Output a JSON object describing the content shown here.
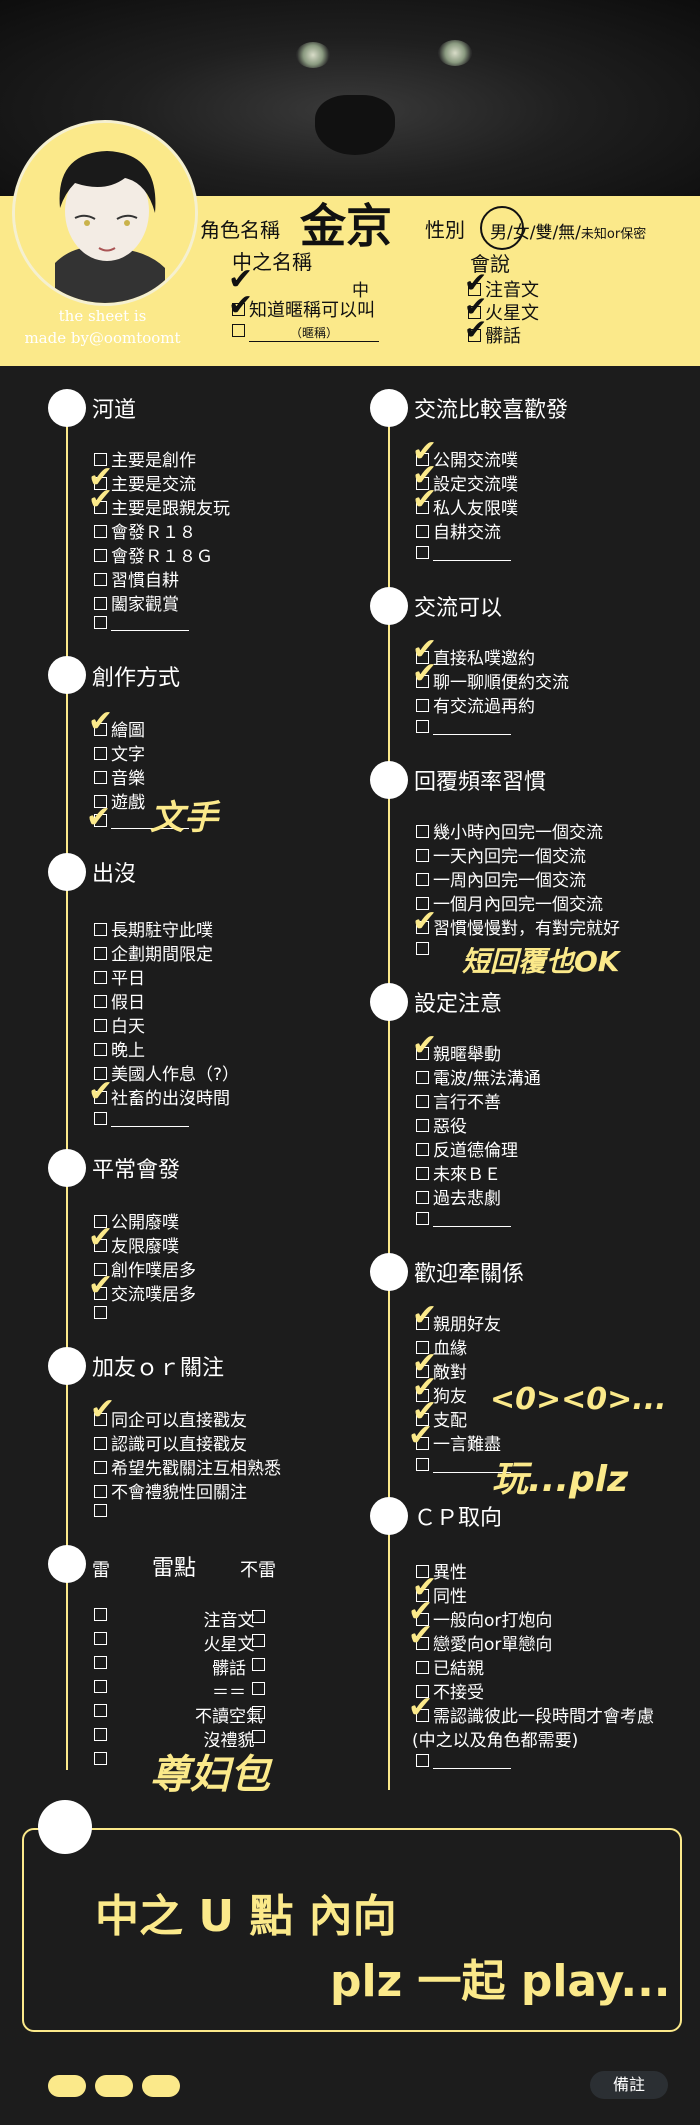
{
  "header": {
    "credit_line1": "the sheet is",
    "credit_line2": "made by@oomtoomt",
    "name_label": "角色名稱",
    "name_value": "金京",
    "nick_label": "中之名稱",
    "nick_mid": "中",
    "nick_option1": "知道暱稱可以叫",
    "nick_option2_note": "（暱稱）",
    "gender_label": "性別",
    "gender_options": "男/女/雙/無/",
    "gender_extra": "未知or保密",
    "speak_label": "會說",
    "speak_options": [
      "注音文",
      "火星文",
      "髒話"
    ]
  },
  "sections": {
    "hedao": {
      "title": "河道",
      "items": [
        "主要是創作",
        "主要是交流",
        "主要是跟親友玩",
        "會發Ｒ１８",
        "會發Ｒ１８Ｇ",
        "習慣自耕",
        "闔家觀賞"
      ]
    },
    "create": {
      "title": "創作方式",
      "items": [
        "繪圖",
        "文字",
        "音樂",
        "遊戲"
      ],
      "note": "文手"
    },
    "appear": {
      "title": "出沒",
      "items": [
        "長期駐守此噗",
        "企劃期間限定",
        "平日",
        "假日",
        "白天",
        "晚上",
        "美國人作息（?）",
        "社畜的出沒時間"
      ]
    },
    "usual": {
      "title": "平常會發",
      "items": [
        "公開廢噗",
        "友限廢噗",
        "創作噗居多",
        "交流噗居多"
      ]
    },
    "follow": {
      "title": "加友ｏｒ關注",
      "items": [
        "同企可以直接戳友",
        "認識可以直接戳友",
        "希望先戳關注互相熟悉",
        "不會禮貌性回關注"
      ]
    },
    "mine": {
      "title": "雷點",
      "left": "雷",
      "right": "不雷",
      "items": [
        "注音文",
        "火星文",
        "髒話",
        "＝＝",
        "不讀空氣",
        "沒禮貌"
      ],
      "note": "尊妇包"
    },
    "prefer": {
      "title": "交流比較喜歡發",
      "items": [
        "公開交流噗",
        "設定交流噗",
        "私人友限噗",
        "自耕交流"
      ]
    },
    "accept": {
      "title": "交流可以",
      "items": [
        "直接私噗邀約",
        "聊一聊順便約交流",
        "有交流過再約"
      ]
    },
    "reply": {
      "title": "回覆頻率習慣",
      "items": [
        "幾小時內回完一個交流",
        "一天內回完一個交流",
        "一周內回完一個交流",
        "一個月內回完一個交流",
        "習慣慢慢對，有對完就好"
      ],
      "note": "短回覆也OK"
    },
    "setting": {
      "title": "設定注意",
      "items": [
        "親暱舉動",
        "電波/無法溝通",
        "言行不善",
        "惡役",
        "反道德倫理",
        "未來ＢＥ",
        "過去悲劇"
      ]
    },
    "relation": {
      "title": "歡迎牽關係",
      "items": [
        "親朋好友",
        "血緣",
        "敵對",
        "狗友",
        "支配",
        "一言難盡"
      ],
      "note1": "<0><0>...",
      "note2": "玩...plz"
    },
    "cp": {
      "title": "ＣＰ取向",
      "items": [
        "異性",
        "同性",
        "一般向or打炮向",
        "戀愛向or單戀向",
        "已結親",
        "不接受",
        "需認識彼此一段時間才會考慮"
      ],
      "cp_extra": "(中之以及角色都需要)"
    }
  },
  "memo": {
    "line1": "中之 U 點 內向",
    "line2": "plz 一起 play...",
    "button": "備註"
  }
}
